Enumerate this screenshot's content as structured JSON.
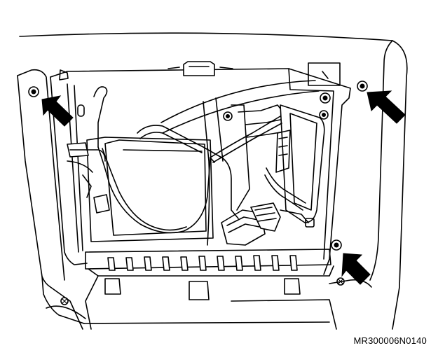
{
  "figure": {
    "part_code": "MR300006N0140",
    "colors": {
      "line": "#000000",
      "background": "#ffffff"
    },
    "callouts": [
      {
        "name": "arrow-top-left",
        "icon": "arrow-icon"
      },
      {
        "name": "arrow-top-right",
        "icon": "arrow-icon"
      },
      {
        "name": "arrow-bottom-right",
        "icon": "arrow-icon"
      }
    ]
  }
}
